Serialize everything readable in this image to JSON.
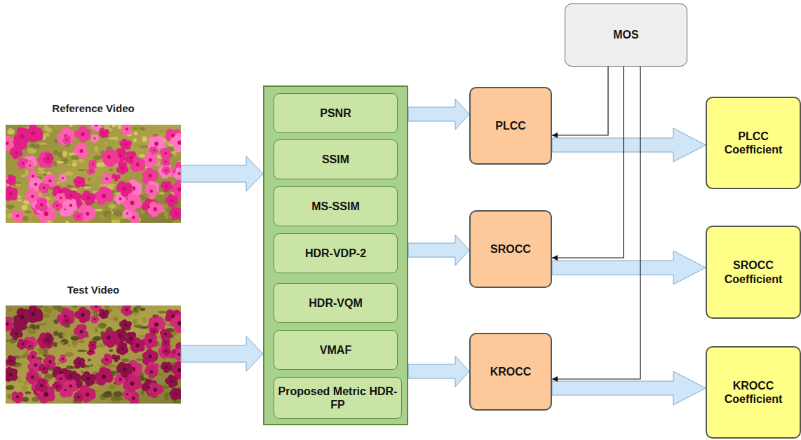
{
  "diagram": {
    "nodes": [
      {
        "text": [
          "Reference Video"
        ]
      },
      {
        "text": [
          "Test Video"
        ]
      },
      {
        "text": []
      },
      {
        "text": [
          "PSNR"
        ],
        "in": 2
      },
      {
        "text": [
          "SSIM"
        ],
        "in": 2
      },
      {
        "text": [
          "MS-SSIM"
        ],
        "in": 2
      },
      {
        "text": [
          "HDR-VDP-2"
        ],
        "in": 2
      },
      {
        "text": [
          "HDR-VQM"
        ],
        "in": 2
      },
      {
        "text": [
          "VMAF"
        ],
        "in": 2
      },
      {
        "text": [
          "Proposed Metric HDR-FP"
        ],
        "in": 2
      },
      {
        "text": [
          "MOS"
        ]
      },
      {
        "text": [
          "PLCC"
        ]
      },
      {
        "text": [
          "SROCC"
        ]
      },
      {
        "text": [
          "KROCC"
        ]
      },
      {
        "text": [
          "PLCC Coefficient"
        ]
      },
      {
        "text": [
          "SROCC Coefficient"
        ]
      },
      {
        "text": [
          "KROCC Coefficient"
        ]
      }
    ],
    "edges": [
      {
        "from": 0,
        "to": 2,
        "arrow": "to"
      },
      {
        "from": 1,
        "to": 2,
        "arrow": "to"
      },
      {
        "from": 2,
        "to": 11,
        "arrow": "to"
      },
      {
        "from": 2,
        "to": 12,
        "arrow": "to"
      },
      {
        "from": 2,
        "to": 13,
        "arrow": "to"
      },
      {
        "from": 10,
        "to": 11,
        "arrow": "to"
      },
      {
        "from": 10,
        "to": 12,
        "arrow": "to"
      },
      {
        "from": 10,
        "to": 13,
        "arrow": "to"
      },
      {
        "from": 11,
        "to": 14,
        "arrow": "to"
      },
      {
        "from": 12,
        "to": 15,
        "arrow": "to"
      },
      {
        "from": 13,
        "to": 16,
        "arrow": "to"
      }
    ]
  }
}
